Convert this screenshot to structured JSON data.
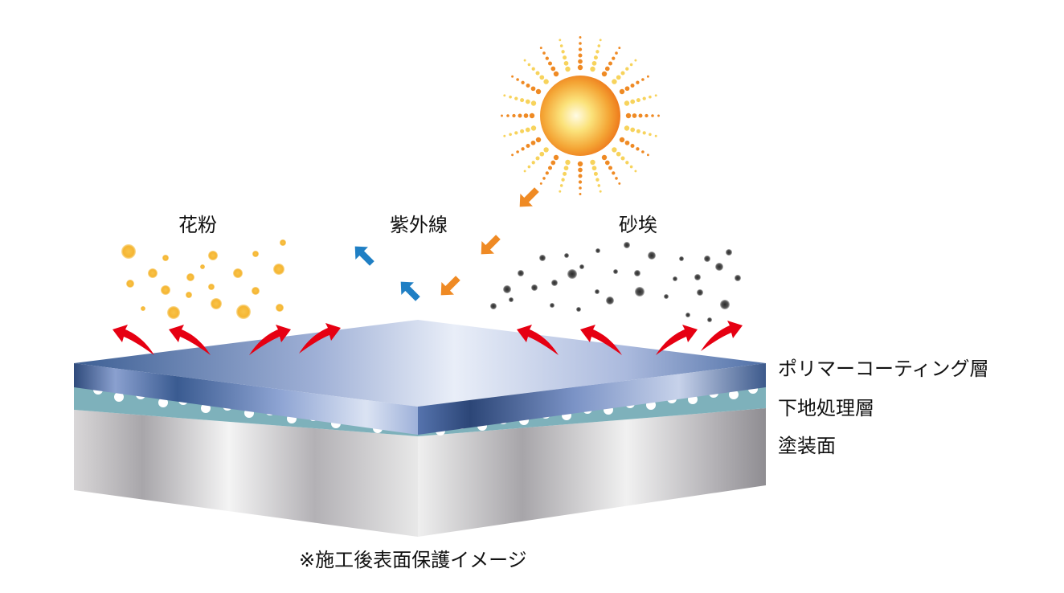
{
  "labels": {
    "pollen": "花粉",
    "uv": "紫外線",
    "dust": "砂埃"
  },
  "layers": {
    "polymer_coating": "ポリマーコーティング層",
    "base_treatment": "下地処理層",
    "paint_surface": "塗装面"
  },
  "caption": "※施工後表面保護イメージ",
  "colors": {
    "sun_core": "#fbe27a",
    "sun_edge": "#f07c1c",
    "incoming_arrow": "#ef8a24",
    "reflected_arrow": "#1f7fc4",
    "repel_arrow": "#e60012",
    "pollen": "#f6bc3c",
    "dust": "#4a4a4a",
    "polymer_dark": "#33517f",
    "polymer_light": "#e6ebf6",
    "base_layer": "#7fb3bd",
    "paint_light": "#f2f2f2",
    "paint_dark": "#a9a9ad"
  },
  "icons": [
    "sun-icon",
    "pollen-particle",
    "dust-particle",
    "arrow-icon"
  ]
}
